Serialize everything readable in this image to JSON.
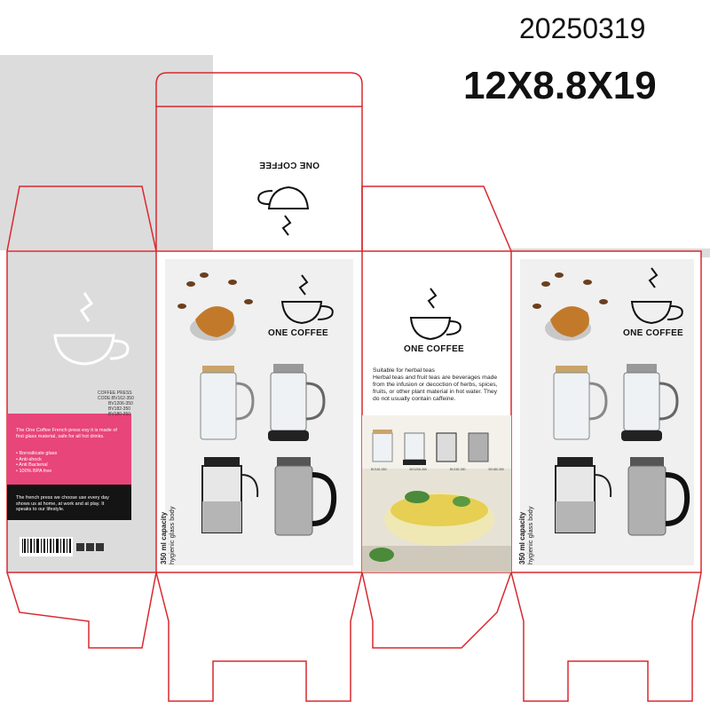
{
  "header": {
    "date": "20250319",
    "dimensions": "12X8.8X19"
  },
  "brand": {
    "name": "ONE COFFEE"
  },
  "left_panel": {
    "product_lines": [
      "COFFEE PRESS",
      "CODE:BV162-350",
      "BV1206-350",
      "BV182-350",
      "BV180-350"
    ],
    "pink_text": "The One Coffee French press esy it is made of first glass material, safe for all hot drinks.",
    "bullets": [
      "• Borosilicate glass",
      "• Anti-shock",
      "• Anti Bacterial",
      "• 100% BPA free"
    ],
    "black_text": "The french press we choose use every day shows us at home, at work and at play. It speaks to our lifestyle."
  },
  "middle_panel": {
    "heading": "Suitable for herbal teas",
    "body": "Herbal teas and fruit teas are beverages made from the infusion or decoction of herbs, spices, fruits, or other plant material in hot water. They do not usually contain caffeine.",
    "codes": [
      "BV162-350",
      "BV1206-350",
      "BV182-350",
      "BV180-350"
    ]
  },
  "side_text": {
    "capacity": "350 ml capacity",
    "body": "hygienic glass body"
  },
  "colors": {
    "dieline": "#d8282e",
    "pink": "#e8457a",
    "grey_panel": "#dcdcdc"
  }
}
